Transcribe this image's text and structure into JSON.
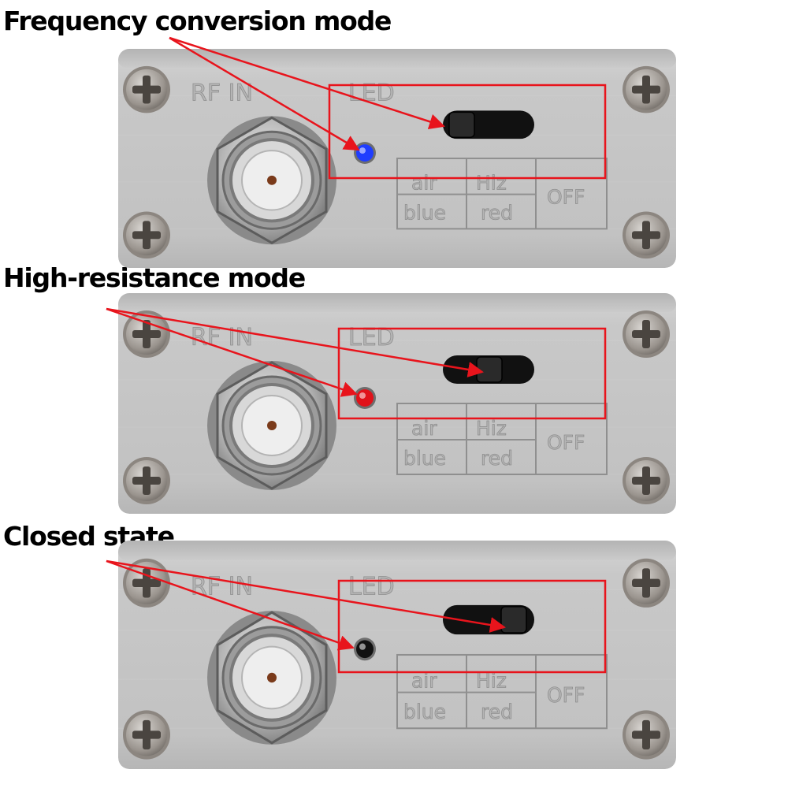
{
  "modes": [
    {
      "title": "Frequency conversion mode",
      "led_color": "#1f3dff",
      "slider_position": "left"
    },
    {
      "title": "High-resistance mode",
      "led_color": "#e0121a",
      "slider_position": "middle"
    },
    {
      "title": "Closed state",
      "led_color": "#111111",
      "slider_position": "right"
    }
  ],
  "panel": {
    "label_rf": "RF IN",
    "label_led": "LED",
    "grid": {
      "air": "air",
      "hiz": "Hiz",
      "off": "OFF",
      "blue": "blue",
      "red": "red"
    }
  },
  "colors": {
    "annotation": "#e8141c",
    "chassis": "#c9c9c9"
  }
}
